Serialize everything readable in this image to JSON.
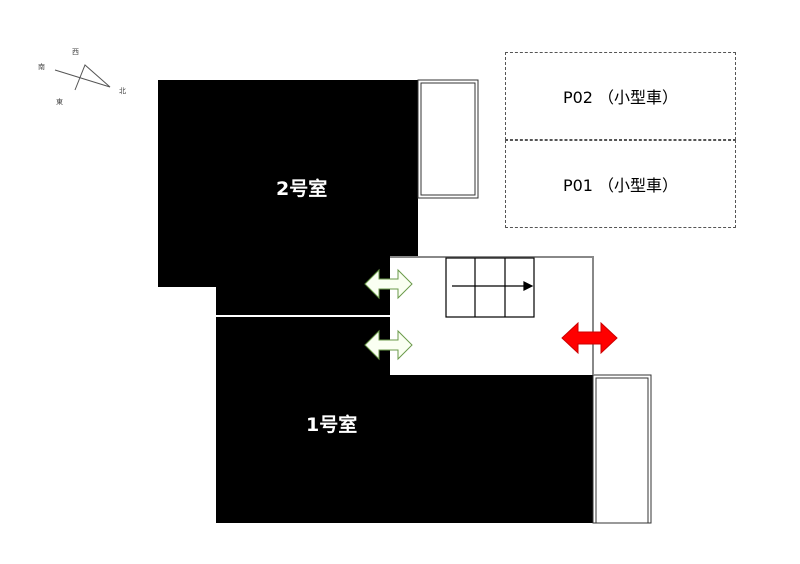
{
  "compass": {
    "north": "北",
    "west": "西",
    "south": "南",
    "east": "東"
  },
  "rooms": [
    {
      "label": "2号室"
    },
    {
      "label": "1号室"
    }
  ],
  "parking": [
    {
      "label": "P02 （小型車）"
    },
    {
      "label": "P01 （小型車）"
    }
  ],
  "colors": {
    "room": "#000000",
    "entrance_arrow": "#4a7a2a",
    "exit_arrow": "#ff0000"
  }
}
